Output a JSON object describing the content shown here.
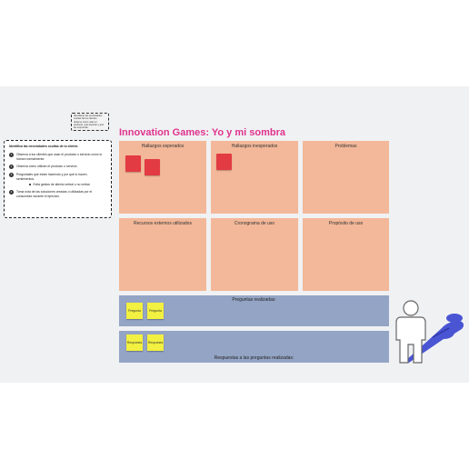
{
  "small_note": {
    "text": "Identifique las necesidades ocultas de los clientes: observe cómo usan el producto, qué esperan y qué les sorprende."
  },
  "instructions": {
    "title": "Identifica las necesidades ocultas de tu cliente.",
    "steps": [
      {
        "num": "1",
        "text": "Observa a tus clientes que usan el producto o servicio como lo harían normalmente."
      },
      {
        "num": "2",
        "text": "Observa cómo utilizan el producto o servicio."
      },
      {
        "num": "3",
        "text": "Pregúntales qué están haciendo y por qué lo hacen."
      },
      {
        "num": "4",
        "text": "Toma nota de las soluciones creadas o utilizadas por el consumidor durante el ejercicio."
      }
    ],
    "step3_extra": "sentimientos.",
    "sub_bullet": "Evita gestos de aliento verbal o no verbal."
  },
  "board": {
    "title": "Innovation Games: Yo y mi sombra",
    "panels": [
      {
        "label": "Hallazgos esperados"
      },
      {
        "label": "Hallazgos inesperados"
      },
      {
        "label": "Problemas"
      },
      {
        "label": "Recursos externos utilizados"
      },
      {
        "label": "Cronograma de uso"
      },
      {
        "label": "Propósito de uso"
      }
    ],
    "questions_band": {
      "label": "Preguntas realizadas:",
      "stickies": [
        "Pregunta",
        "Pregunta"
      ]
    },
    "answers_band": {
      "label": "Respuestas a las preguntas realizadas:",
      "stickies": [
        "Respuesta",
        "Respuesta"
      ]
    }
  },
  "colors": {
    "title": "#e0338e",
    "panel": "#f3b899",
    "band": "#94a4c5",
    "sticky_red": "#e23b44",
    "sticky_yellow": "#f2f040",
    "shadow_figure": "#4a55d4"
  },
  "icons": [
    "person-icon",
    "shadow-icon"
  ]
}
